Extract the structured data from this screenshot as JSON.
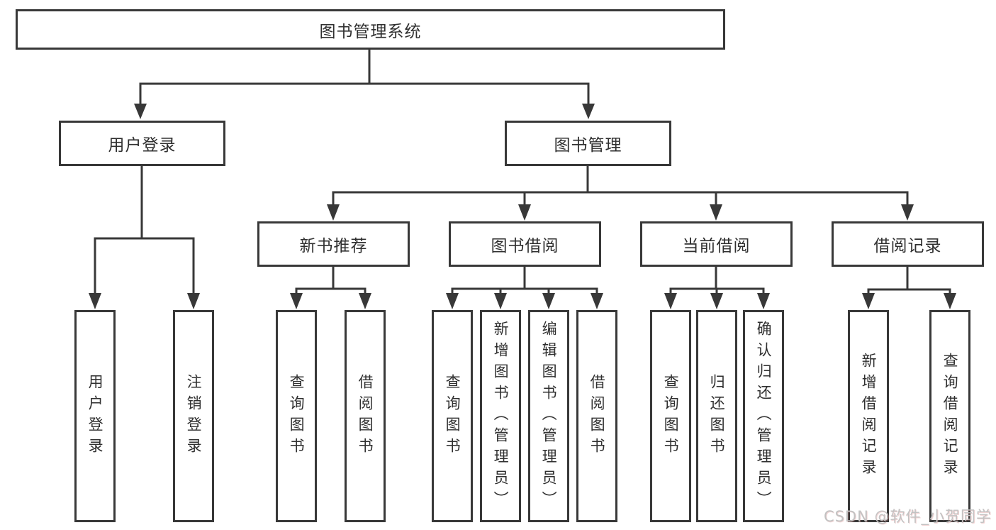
{
  "colors": {
    "line": "#383838",
    "text": "#2f2f2f",
    "watermark": "#c2c2c2",
    "bg": "#ffffff"
  },
  "tree": {
    "label": "图书管理系统",
    "children": [
      {
        "label": "用户登录",
        "children": [
          {
            "label": "用户登录"
          },
          {
            "label": "注销登录"
          }
        ]
      },
      {
        "label": "图书管理",
        "children": [
          {
            "label": "新书推荐",
            "children": [
              {
                "label": "查询图书"
              },
              {
                "label": "借阅图书"
              }
            ]
          },
          {
            "label": "图书借阅",
            "children": [
              {
                "label": "查询图书"
              },
              {
                "label": "新增图书（管理员）"
              },
              {
                "label": "编辑图书（管理员）"
              },
              {
                "label": "借阅图书"
              }
            ]
          },
          {
            "label": "当前借阅",
            "children": [
              {
                "label": "查询图书"
              },
              {
                "label": "归还图书"
              },
              {
                "label": "确认归还（管理员）"
              }
            ]
          },
          {
            "label": "借阅记录",
            "children": [
              {
                "label": "新增借阅记录"
              },
              {
                "label": "查询借阅记录"
              }
            ]
          }
        ]
      }
    ]
  },
  "watermark": {
    "text": "CSDN @软件_小贺同学"
  }
}
